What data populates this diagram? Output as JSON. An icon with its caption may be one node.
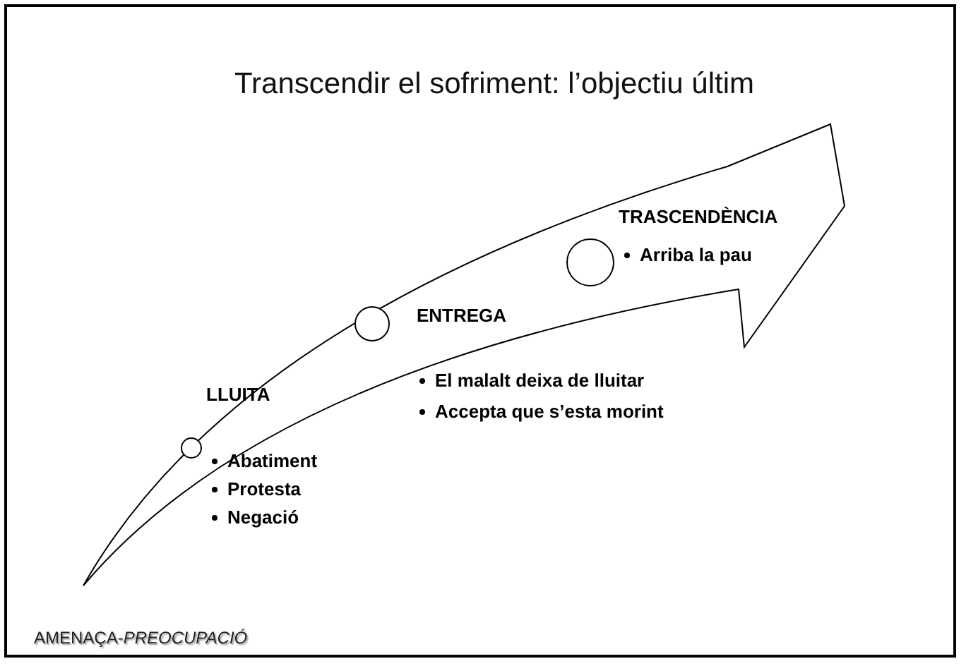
{
  "diagram": {
    "title": "Transcendir el sofriment: l’objectiu últim",
    "nodes": [
      {
        "text": [],
        "shape": "circle",
        "beside": [
          "LLUITA",
          "Abatiment",
          "Protesta",
          "Negació"
        ]
      },
      {
        "text": [],
        "shape": "circle",
        "beside": [
          "ENTREGA",
          "El malalt deixa de lluitar",
          "Accepta que s’esta morint"
        ]
      },
      {
        "text": [],
        "shape": "circle",
        "beside": [
          "TRASCENDÈNCIA",
          "Arriba la pau"
        ]
      }
    ],
    "labels": [
      "AMENAÇA-*PREOCUPACIÓ*"
    ]
  }
}
